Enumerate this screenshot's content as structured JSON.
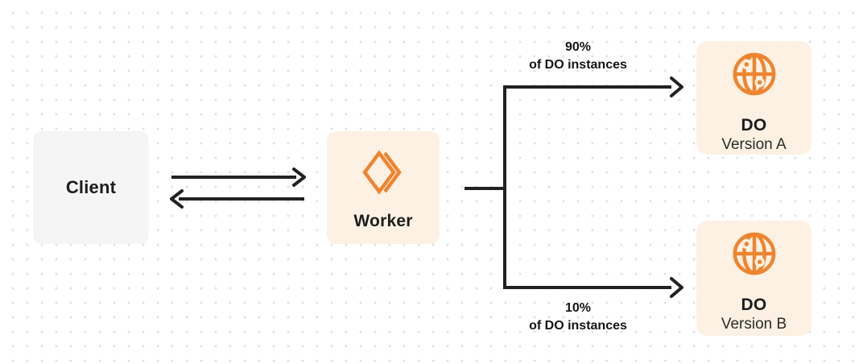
{
  "colors": {
    "canvas": "#ffffff",
    "dot": "#e2e0e0",
    "line": "#212121",
    "ink": "#1d1d1f",
    "orange": "#ef8430",
    "cream": "#fcf1e2",
    "gray_box": "#f5f5f6"
  },
  "nodes": {
    "client": {
      "label": "Client"
    },
    "worker": {
      "label": "Worker",
      "icon": "workers-icon"
    },
    "do_version_a": {
      "title": "DO",
      "subtitle": "Version A",
      "icon": "durable-object-globe-icon"
    },
    "do_version_b": {
      "title": "DO",
      "subtitle": "Version B",
      "icon": "durable-object-globe-icon"
    }
  },
  "edge_labels": {
    "to_version_a": {
      "line1": "90%",
      "line2": "of DO instances"
    },
    "to_version_b": {
      "line1": "10%",
      "line2": "of DO instances"
    }
  }
}
